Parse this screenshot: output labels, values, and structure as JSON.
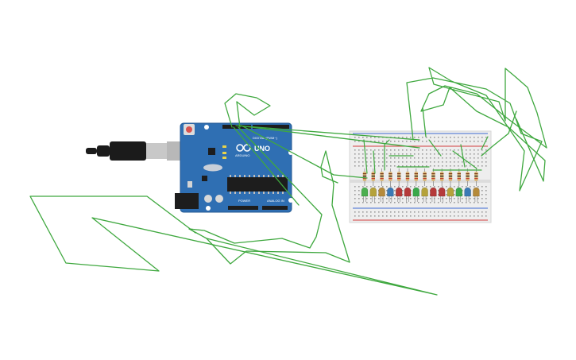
{
  "canvas": {
    "background": "#ffffff"
  },
  "arduino": {
    "name": "Arduino Uno",
    "brand_label": "ARDUINO",
    "model_label": "UNO",
    "digital_label": "DIGITAL (PWM~)",
    "power_label": "POWER",
    "analog_label": "ANALOG IN",
    "board_color": "#2f6fb3",
    "reset_button_color": "#d9534f"
  },
  "usb": {
    "cable_color": "#1b1b1b",
    "plug_color": "#c8c8c8"
  },
  "breadboard": {
    "rail_positive_color": "#d33f3f",
    "rail_negative_color": "#3d6bd3",
    "body_color": "#eeeeee"
  },
  "leds": [
    {
      "color": "#4caf50"
    },
    {
      "color": "#b5a23a"
    },
    {
      "color": "#b58a3a"
    },
    {
      "color": "#3a79b5"
    },
    {
      "color": "#b53a3a"
    },
    {
      "color": "#b53a3a"
    },
    {
      "color": "#3aa84a"
    },
    {
      "color": "#b5a23a"
    },
    {
      "color": "#b53a3a"
    },
    {
      "color": "#b53a3a"
    },
    {
      "color": "#b5a23a"
    },
    {
      "color": "#3aa84a"
    },
    {
      "color": "#3a79b5"
    },
    {
      "color": "#b58a3a"
    }
  ],
  "wires": {
    "color": "#3fa83f"
  }
}
